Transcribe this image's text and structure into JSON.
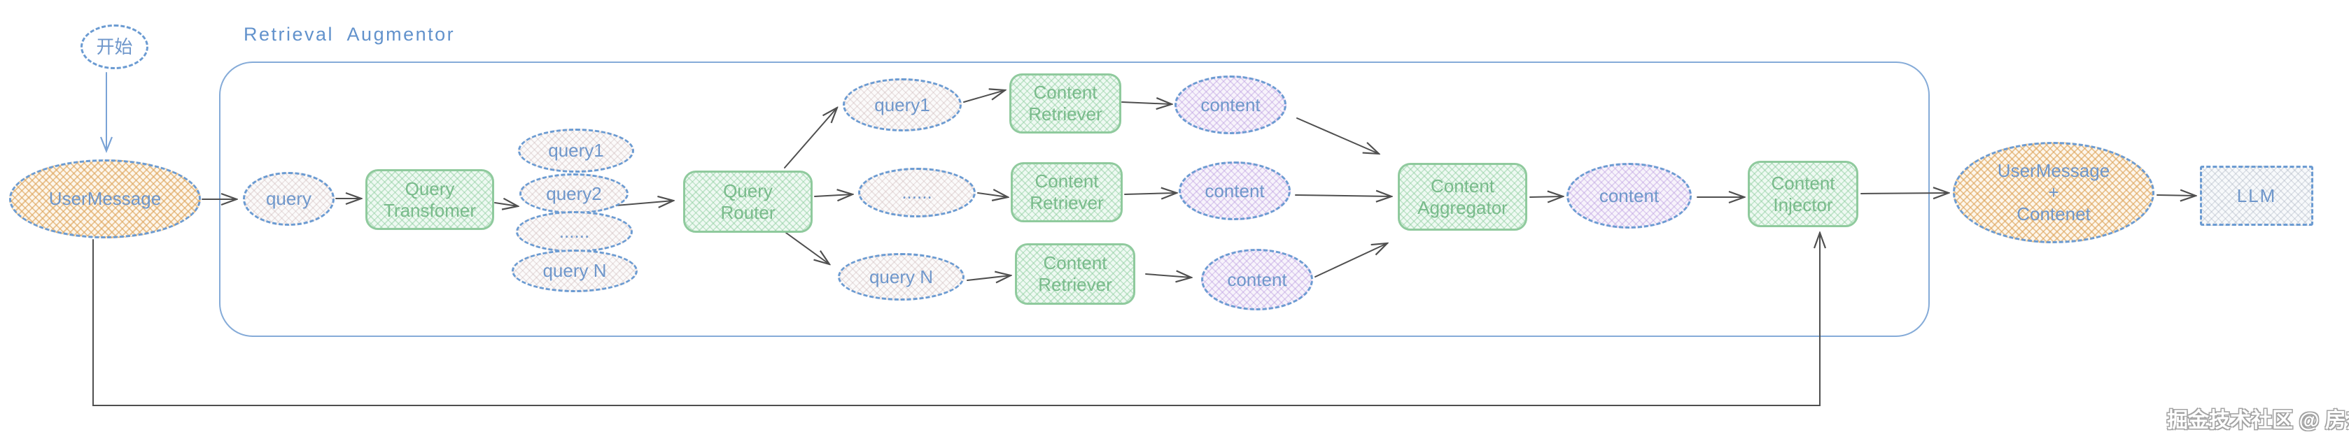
{
  "diagram": {
    "title": "Retrieval Augmentor",
    "watermark": "掘金技术社区 @ 房杰",
    "colors": {
      "blue_accent": "#6b9bd2",
      "blue_text": "#6f97cb",
      "green_border": "#8fca9d",
      "green_text": "#79bb8b",
      "orange_hatch": "#dfa45c",
      "purple_hatch": "#bb9cdf",
      "container_border": "#85abd8",
      "arrow": "#4f4f4f"
    },
    "nodes": {
      "start": "开始",
      "user_message": "UserMessage",
      "query": "query",
      "query_transformer": "Query\nTransfomer",
      "expanded_queries": [
        "query1",
        "query2",
        "......",
        "query N"
      ],
      "query_router": "Query\nRouter",
      "routed_queries": [
        "query1",
        "......",
        "query N"
      ],
      "content_retriever_1": "Content\nRetriever",
      "content_retriever_2": "Content\nRetriever",
      "content_retriever_3": "Content\nRetriever",
      "retrieved_content_1": "content",
      "retrieved_content_2": "content",
      "retrieved_content_3": "content",
      "content_aggregator": "Content\nAggregator",
      "aggregated_content": "content",
      "content_injector": "Content\nInjector",
      "user_message_plus_content": "UserMessage\n+\nContenet",
      "llm": "LLM"
    }
  }
}
